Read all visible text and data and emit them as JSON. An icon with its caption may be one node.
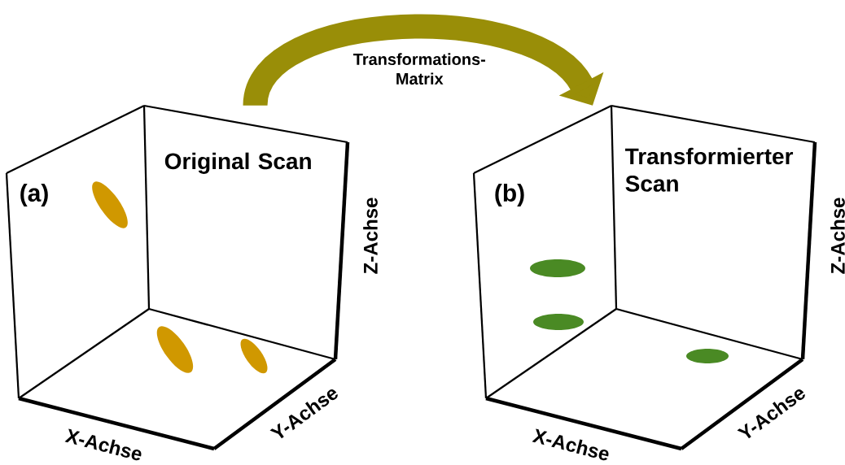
{
  "diagram": {
    "nodes": [
      {
        "text": [
          "(a)",
          "Original Scan"
        ]
      },
      {
        "text": [
          "(b)",
          "Transformierter Scan"
        ]
      }
    ],
    "edges": [
      {
        "from": 0,
        "to": 1,
        "arrow": "to",
        "label": "Transformations-Matrix"
      }
    ],
    "labels": [
      "Z-Achse",
      "X-Achse",
      "Y-Achse",
      "Z-Achse",
      "X-Achse",
      "Y-Achse"
    ]
  }
}
